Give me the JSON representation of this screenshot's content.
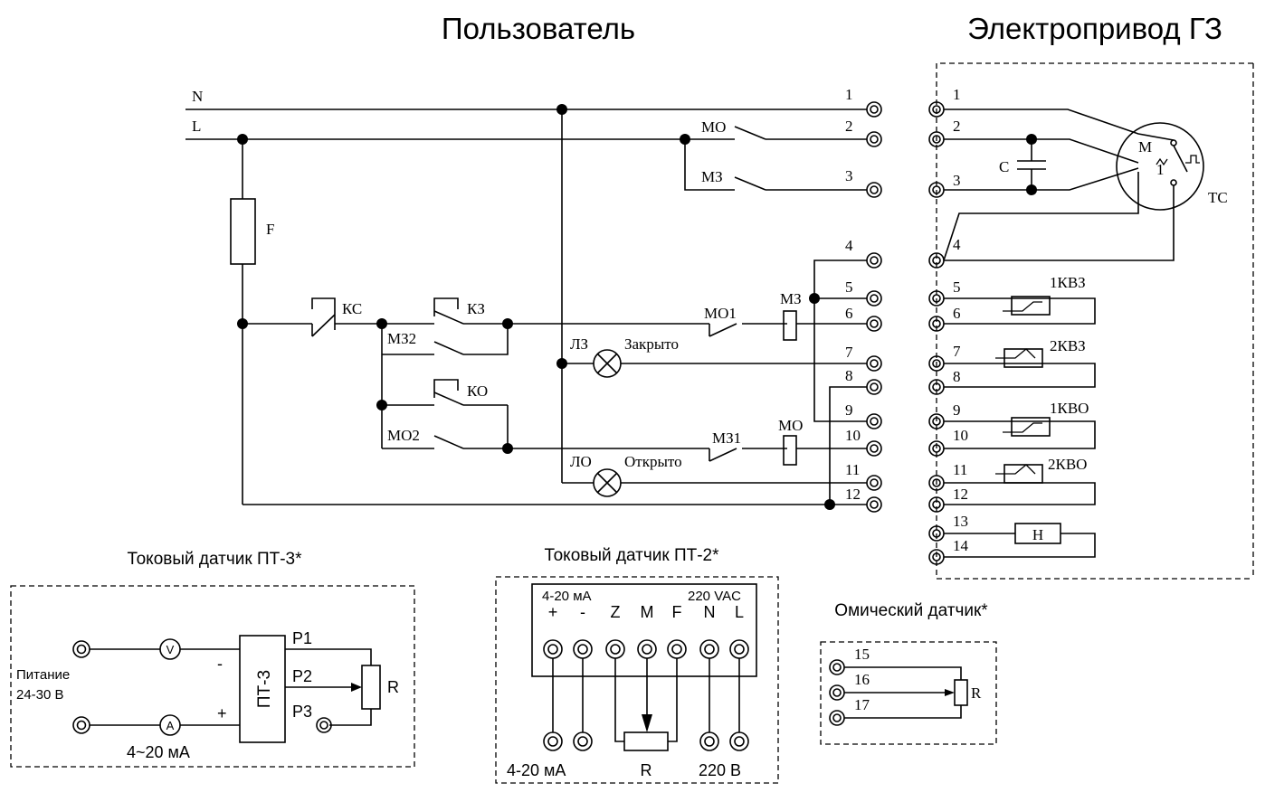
{
  "titles": {
    "user": "Пользователь",
    "actuator": "Электропривод ГЗ"
  },
  "supply": {
    "n": "N",
    "l": "L",
    "fuse": "F"
  },
  "relays": {
    "mo": "МО",
    "mz": "МЗ",
    "mo_coil": "МО",
    "mz_coil": "МЗ",
    "mo1": "МО1",
    "mz1": "МЗ1",
    "mz2": "МЗ2",
    "mo2": "МО2"
  },
  "buttons": {
    "ks": "КС",
    "kz": "КЗ",
    "ko": "КО"
  },
  "lamps": {
    "lz": "ЛЗ",
    "lz_text": "Закрыто",
    "lo": "ЛО",
    "lo_text": "Открыто"
  },
  "user_terminals": [
    "1",
    "2",
    "3",
    "4",
    "5",
    "6",
    "7",
    "8",
    "9",
    "10",
    "11",
    "12"
  ],
  "actuator": {
    "terminals": [
      "1",
      "2",
      "3",
      "4",
      "5",
      "6",
      "7",
      "8",
      "9",
      "10",
      "11",
      "12",
      "13",
      "14"
    ],
    "capacitor": "С",
    "motor": "М",
    "tc": "ТС",
    "tc_num": "1",
    "switches": [
      "1КВЗ",
      "2КВЗ",
      "1КВО",
      "2КВО"
    ],
    "heater": "Н"
  },
  "pt3": {
    "title": "Токовый датчик ПТ-3*",
    "device": "ПТ-3",
    "p1": "P1",
    "p2": "P2",
    "p3": "P3",
    "r": "R",
    "volt": "V",
    "amp": "A",
    "minus": "-",
    "plus": "+",
    "power_line1": "Питание",
    "power_line2": "24-30 В",
    "current": "4~20 мА"
  },
  "pt2": {
    "title": "Токовый датчик ПТ-2*",
    "range": "4-20 мА",
    "vac": "220 VAC",
    "pins": [
      "+",
      "-",
      "Z",
      "M",
      "F",
      "N",
      "L"
    ],
    "bottom_left": "4-20 мА",
    "bottom_mid": "R",
    "bottom_right": "220 В"
  },
  "ohm": {
    "title": "Омический датчик*",
    "terminals": [
      "15",
      "16",
      "17"
    ],
    "r": "R"
  }
}
